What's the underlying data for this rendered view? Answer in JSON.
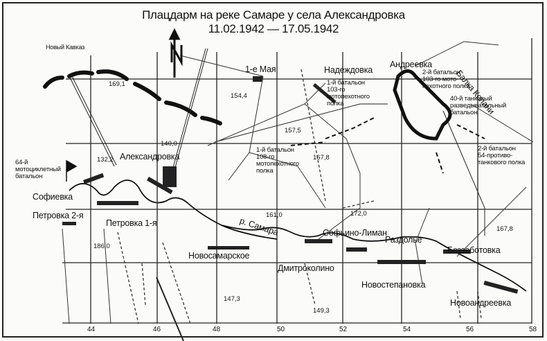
{
  "map": {
    "title": "Плацдарм на реке Самаре у села Александровка",
    "dates": "11.02.1942 — 17.05.1942",
    "north_arrow": "N",
    "river_label": "р. Самара",
    "ravine_label": "Балка Копани",
    "settlements": [
      {
        "name": "Новый Кавказ"
      },
      {
        "name": "1-е Мая"
      },
      {
        "name": "Надеждовка"
      },
      {
        "name": "Андреевка"
      },
      {
        "name": "Александровка"
      },
      {
        "name": "Софиевка"
      },
      {
        "name": "Петровка 2-я"
      },
      {
        "name": "Петровка 1-я"
      },
      {
        "name": "Новосамарское"
      },
      {
        "name": "Софьино-Лиман"
      },
      {
        "name": "Дмитроколино"
      },
      {
        "name": "Раздолье"
      },
      {
        "name": "Новостепановка"
      },
      {
        "name": "Беззаботовка"
      },
      {
        "name": "Новоандреевка"
      }
    ],
    "units": [
      {
        "name": "64-й мотоциклетный батальон",
        "lines": [
          "64-й",
          "мотоциклетный",
          "батальон"
        ]
      },
      {
        "name": "1-й батальон 103-го мотопехотного полка",
        "lines": [
          "1-й батальон",
          "103-го мотопехотного",
          "полка"
        ]
      },
      {
        "name": "2-й батальон 103-го мотопехотного полка",
        "lines": [
          "2-й батальон",
          "103-го мото-",
          "пехотного полка"
        ]
      },
      {
        "name": "40-й танковый разведывательный батальон",
        "lines": [
          "40-й танковый",
          "разведывательный",
          "батальон"
        ]
      },
      {
        "name": "1-й батальон 108-го мотопехотного полка",
        "lines": [
          "1-й батальон",
          "108-го мотопехотного",
          "полка"
        ]
      },
      {
        "name": "2-й батальон 54-противотанкового полка",
        "lines": [
          "2-й батальон",
          "54-противо-",
          "танкового полка"
        ]
      }
    ],
    "elevations": [
      "169,1",
      "154,4",
      "140,0",
      "132,2",
      "157,5",
      "167,8",
      "161,0",
      "172,0",
      "167,8",
      "186,0",
      "147,3",
      "149,3"
    ],
    "grid_ticks": [
      "44",
      "46",
      "48",
      "50",
      "52",
      "54",
      "56",
      "58"
    ]
  }
}
